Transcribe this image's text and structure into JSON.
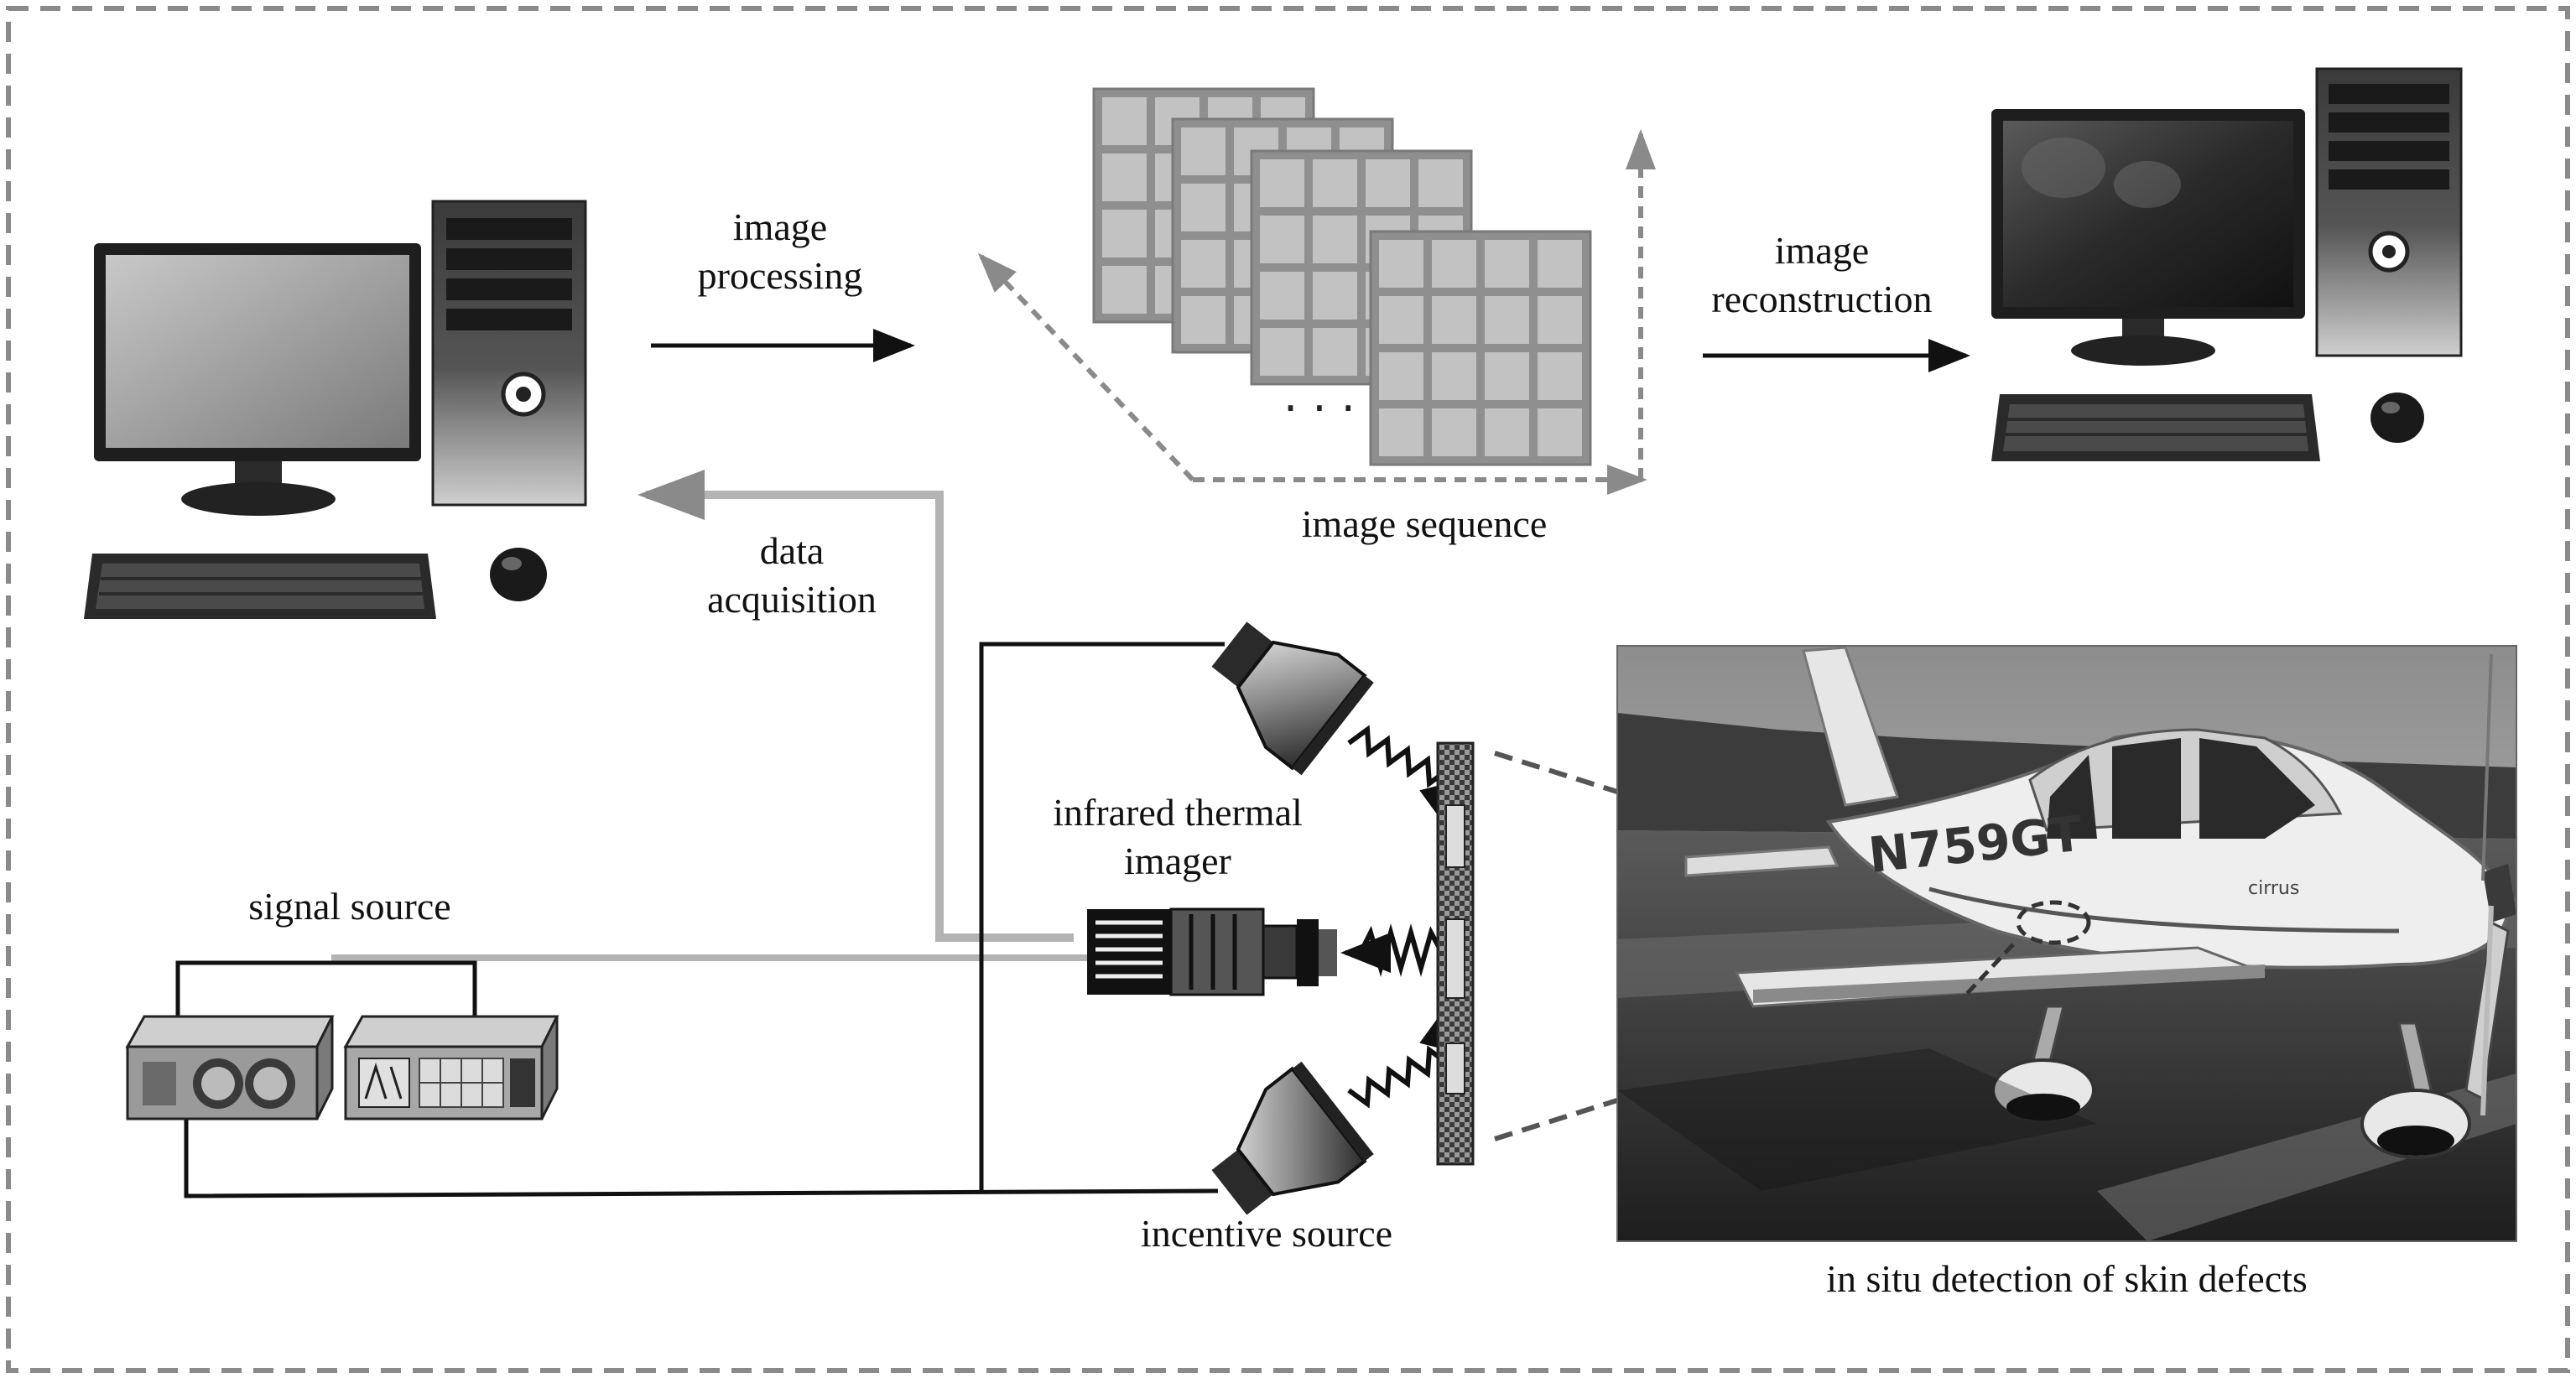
{
  "labels": {
    "image_processing": [
      "image",
      "processing"
    ],
    "image_sequence": "image sequence",
    "image_reconstruction": [
      "image",
      "reconstruction"
    ],
    "data_acquisition": [
      "data",
      "acquisition"
    ],
    "infrared_thermal_imager": [
      "infrared thermal",
      "imager"
    ],
    "signal_source": "signal source",
    "incentive_source": "incentive source",
    "in_situ_detection": "in situ detection of skin defects"
  },
  "aircraft_registration": "N759GT",
  "aircraft_brand": "cirrus",
  "colors": {
    "border": "#8a8a8a",
    "frame_fill": "#bdbdbd",
    "frame_stroke": "#8f8f8f",
    "arrow_solid": "#111111",
    "arrow_dashed": "#8a8a8a",
    "cable": "#b3b3b3",
    "wire": "#111111"
  },
  "icons": [
    "computer-icon",
    "computer-icon",
    "camera-icon",
    "lamp-icon",
    "lamp-icon",
    "signal-generator-icon",
    "specimen-panel-icon",
    "aircraft-photo"
  ]
}
